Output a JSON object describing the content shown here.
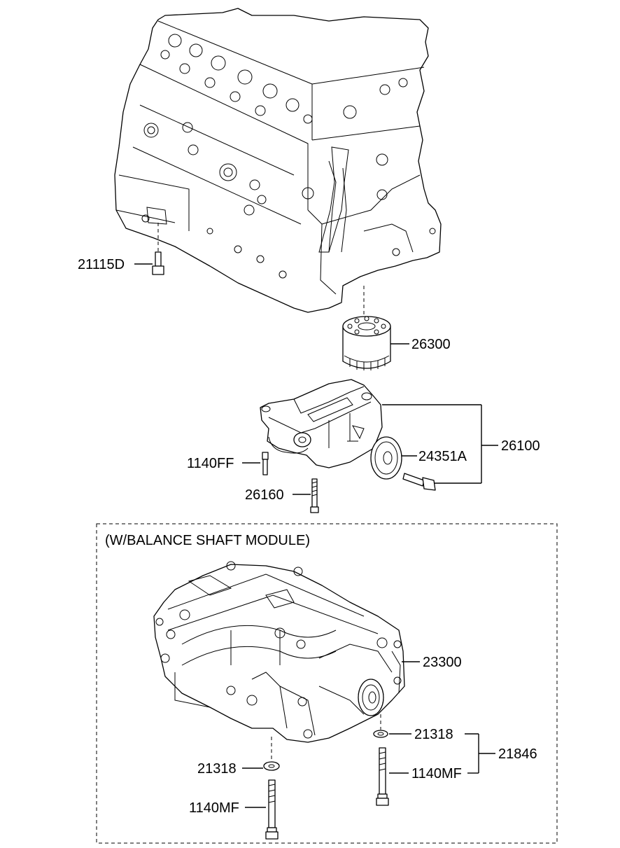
{
  "labels": {
    "p21115D": "21115D",
    "p26300": "26300",
    "p1140FF": "1140FF",
    "p26160": "26160",
    "p24351A": "24351A",
    "p26100": "26100",
    "module_caption": "(W/BALANCE SHAFT MODULE)",
    "p23300": "23300",
    "p21318_right": "21318",
    "p21318_left": "21318",
    "p21846": "21846",
    "p1140MF_right": "1140MF",
    "p1140MF_left": "1140MF"
  }
}
